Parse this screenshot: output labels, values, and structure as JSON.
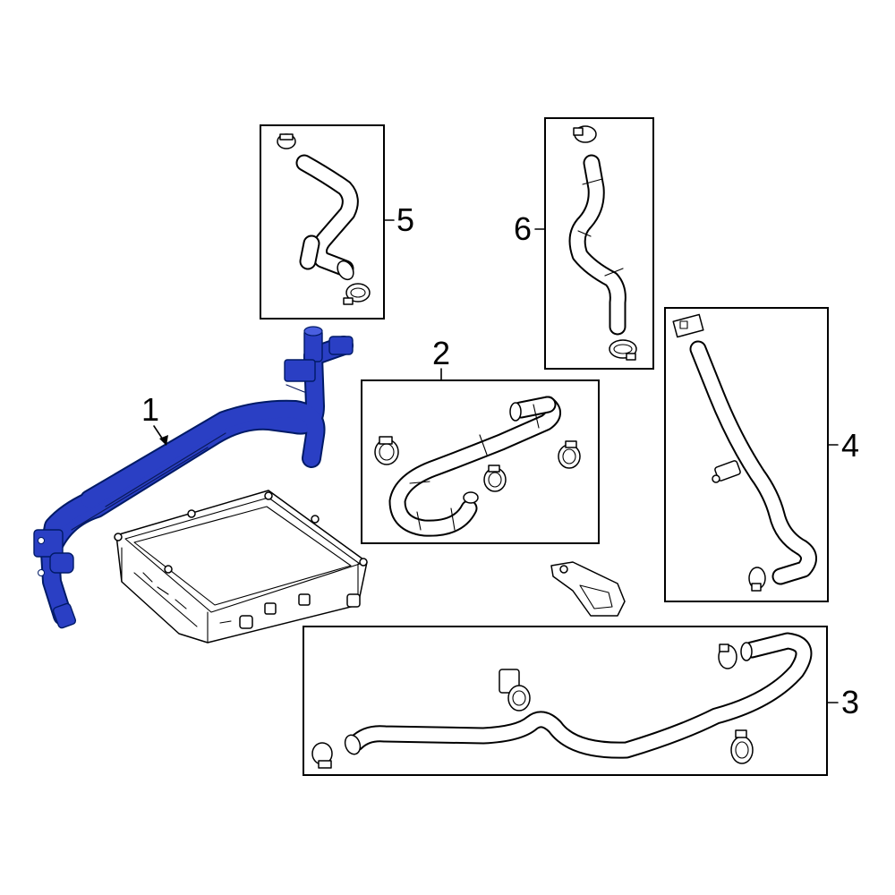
{
  "callouts": {
    "c1": "1",
    "c2": "2",
    "c3": "3",
    "c4": "4",
    "c5": "5",
    "c6": "6"
  },
  "colors": {
    "highlight": "#2a3fc4",
    "outline": "#000000",
    "background": "#ffffff"
  }
}
